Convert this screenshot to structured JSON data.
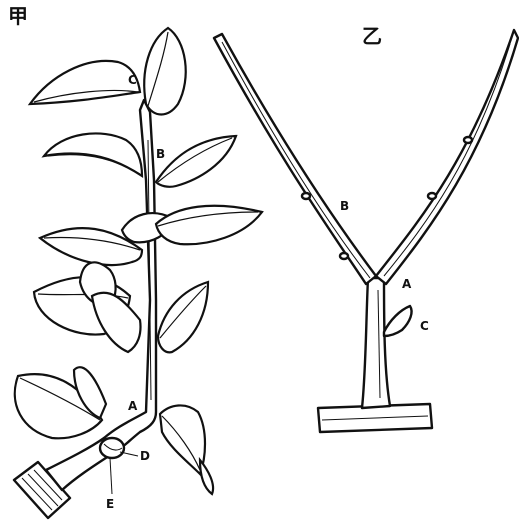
{
  "figures": [
    {
      "title": "甲",
      "labels": {
        "A": "A",
        "B": "B",
        "C": "C",
        "D": "D",
        "E": "E"
      }
    },
    {
      "title": "乙",
      "labels": {
        "A": "A",
        "B": "B",
        "C": "C"
      }
    }
  ]
}
